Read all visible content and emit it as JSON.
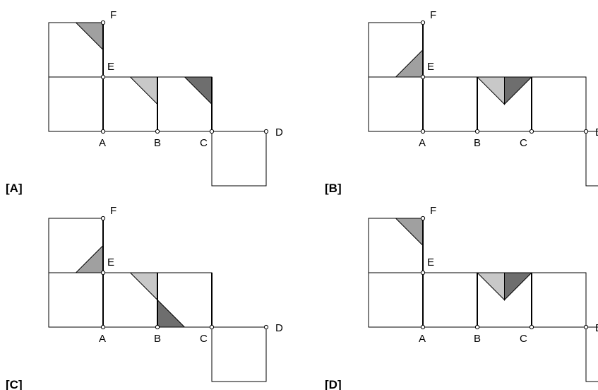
{
  "colors": {
    "light": "#c8c8c8",
    "medium": "#a0a0a0",
    "dark": "#6e6e6e"
  },
  "options": [
    {
      "label": "[A]",
      "points": {
        "A": "A",
        "B": "B",
        "C": "C",
        "D": "D",
        "E": "E",
        "F": "F"
      },
      "bottom_square_under": "C",
      "triangles": [
        {
          "face": "top",
          "shape": "hyp-tl-br",
          "shade": "medium"
        },
        {
          "face": "second",
          "shape": "hyp-tl-br",
          "shade": "light"
        },
        {
          "face": "third",
          "shape": "hyp-tl-br",
          "shade": "dark"
        }
      ]
    },
    {
      "label": "[B]",
      "points": {
        "A": "A",
        "B": "B",
        "C": "C",
        "D": "D",
        "E": "E",
        "F": "F"
      },
      "bottom_square_under": "D",
      "triangles": [
        {
          "face": "top",
          "shape": "hyp-bl-tr",
          "shade": "medium"
        },
        {
          "face": "second",
          "shape": "v-left",
          "shade": "light"
        },
        {
          "face": "second",
          "shape": "v-right",
          "shade": "dark"
        }
      ]
    },
    {
      "label": "[C]",
      "points": {
        "A": "A",
        "B": "B",
        "C": "C",
        "D": "D",
        "E": "E",
        "F": "F"
      },
      "bottom_square_under": "C",
      "triangles": [
        {
          "face": "top",
          "shape": "hyp-bl-tr",
          "shade": "medium"
        },
        {
          "face": "second",
          "shape": "hyp-tl-br",
          "shade": "light"
        },
        {
          "face": "second",
          "shape": "lower-right",
          "shade": "dark"
        }
      ]
    },
    {
      "label": "[D]",
      "points": {
        "A": "A",
        "B": "B",
        "C": "C",
        "D": "D",
        "E": "E",
        "F": "F"
      },
      "bottom_square_under": "D",
      "triangles": [
        {
          "face": "top",
          "shape": "hyp-tl-br",
          "shade": "medium"
        },
        {
          "face": "second",
          "shape": "v-left",
          "shade": "light"
        },
        {
          "face": "second",
          "shape": "v-right",
          "shade": "dark"
        }
      ]
    }
  ]
}
